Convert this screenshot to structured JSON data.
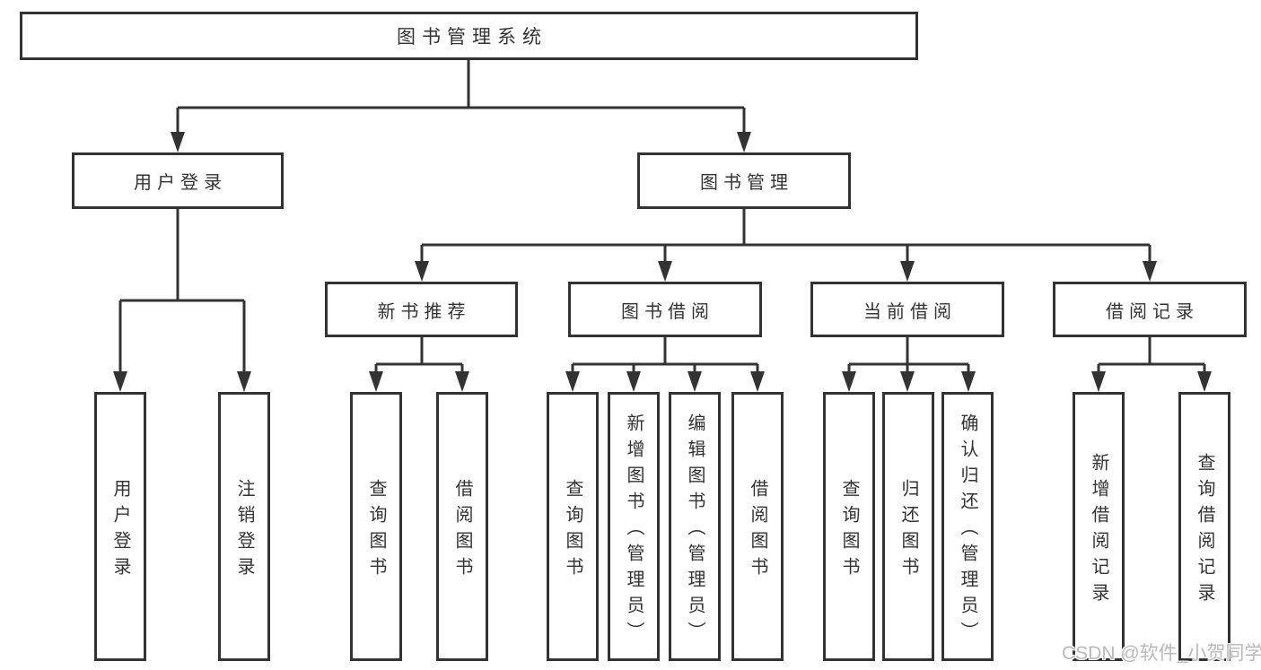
{
  "tree": {
    "label": "图书管理系统",
    "children": [
      {
        "label": "用户登录",
        "children": [
          {
            "label": "用户登录"
          },
          {
            "label": "注销登录"
          }
        ]
      },
      {
        "label": "图书管理",
        "children": [
          {
            "label": "新书推荐",
            "children": [
              {
                "label": "查询图书"
              },
              {
                "label": "借阅图书"
              }
            ]
          },
          {
            "label": "图书借阅",
            "children": [
              {
                "label": "查询图书"
              },
              {
                "label": "新增图书（管理员）"
              },
              {
                "label": "编辑图书（管理员）"
              },
              {
                "label": "借阅图书"
              }
            ]
          },
          {
            "label": "当前借阅",
            "children": [
              {
                "label": "查询图书"
              },
              {
                "label": "归还图书"
              },
              {
                "label": "确认归还（管理员）"
              }
            ]
          },
          {
            "label": "借阅记录",
            "children": [
              {
                "label": "新增借阅记录"
              },
              {
                "label": "查询借阅记录"
              }
            ]
          }
        ]
      }
    ]
  },
  "watermark": "CSDN @软件_小贺同学",
  "colors": {
    "line": "#333333",
    "text": "#333333",
    "watermark_text": "#b9b9b9",
    "background": "#ffffff"
  }
}
